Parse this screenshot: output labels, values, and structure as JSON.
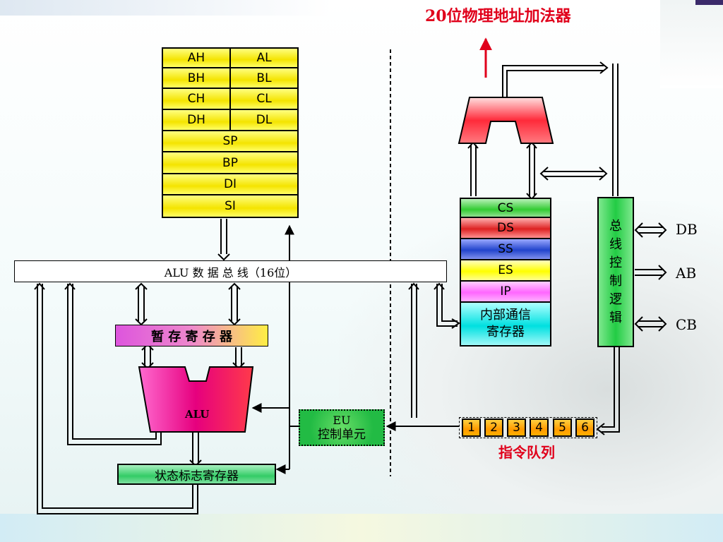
{
  "adder_label": "20位物理地址加法器",
  "general_registers": [
    [
      "AH",
      "AL"
    ],
    [
      "BH",
      "BL"
    ],
    [
      "CH",
      "CL"
    ],
    [
      "DH",
      "DL"
    ]
  ],
  "pointer_registers": [
    "SP",
    "BP",
    "DI",
    "SI"
  ],
  "alu_bus_label": "ALU 数 据 总 线（16位）",
  "temp_register_label": "暂 存 寄 存 器",
  "alu_label": "ALU",
  "flags_register_label": "状态标志寄存器",
  "eu_control_label": [
    "EU",
    "控制单元"
  ],
  "segment_registers": [
    "CS",
    "DS",
    "SS",
    "ES",
    "IP"
  ],
  "internal_comm_label": [
    "内部通信",
    "寄存器"
  ],
  "bus_control_label": [
    "总",
    "线",
    "控",
    "制",
    "逻",
    "辑"
  ],
  "external_buses": [
    "DB",
    "AB",
    "CB"
  ],
  "instruction_queue": [
    "1",
    "2",
    "3",
    "4",
    "5",
    "6"
  ],
  "queue_label": "指令队列",
  "colors": {
    "registers": "#f4e400",
    "temp_register": "#cc44cc",
    "alu": "#e6007e",
    "flags_register": "#33cc66",
    "eu_control": "#22bb44",
    "cs": "#33cc33",
    "ds": "#dd2222",
    "ss": "#2244cc",
    "es": "#ffff00",
    "ip": "#ff66ff",
    "internal_comm": "#00e0e0",
    "bus_control": "#22cc44",
    "queue": "#ff9a00",
    "adder": "#ff2030",
    "label_red": "#e0001b"
  }
}
